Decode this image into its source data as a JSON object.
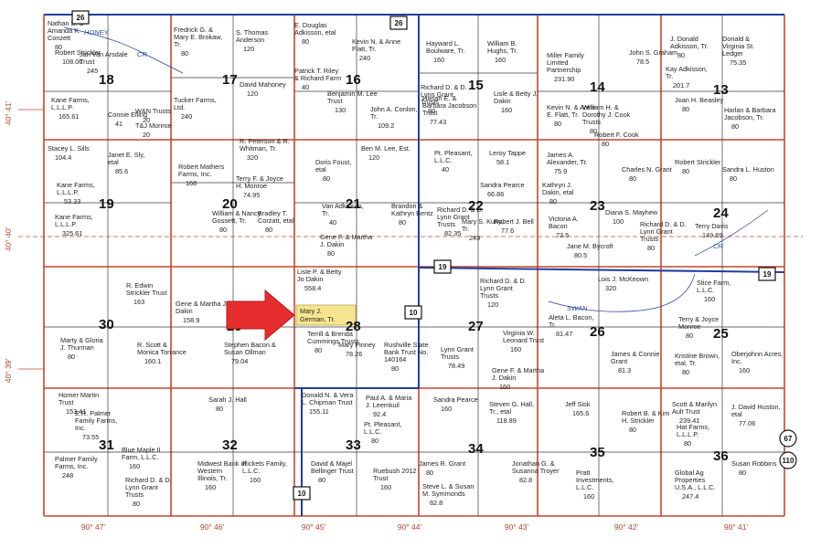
{
  "colors": {
    "section_line": "#c6452c",
    "road_line": "#1f3f9e",
    "red_arrow": "#e62d2d",
    "highlight": "#f6e58f",
    "grid_text": "#1e1e1e",
    "coord_text": "#b2442e"
  },
  "coords": {
    "lat": [
      "40° 41'",
      "40° 40'",
      "40° 39'"
    ],
    "lon": [
      "90° 47'",
      "90° 46'",
      "90° 45'",
      "90° 44'",
      "90° 43'",
      "90° 42'",
      "90° 41'"
    ]
  },
  "sections": [
    {
      "num": "18"
    },
    {
      "num": "17"
    },
    {
      "num": "16"
    },
    {
      "num": "15"
    },
    {
      "num": "14"
    },
    {
      "num": "13"
    },
    {
      "num": "19"
    },
    {
      "num": "20"
    },
    {
      "num": "21"
    },
    {
      "num": "22"
    },
    {
      "num": "23"
    },
    {
      "num": "24"
    },
    {
      "num": "30"
    },
    {
      "num": "29"
    },
    {
      "num": "28"
    },
    {
      "num": "27"
    },
    {
      "num": "26"
    },
    {
      "num": "25"
    },
    {
      "num": "31"
    },
    {
      "num": "32"
    },
    {
      "num": "33"
    },
    {
      "num": "34"
    },
    {
      "num": "35"
    },
    {
      "num": "36"
    }
  ],
  "route_shields": [
    "26",
    "26",
    "19",
    "19",
    "10",
    "10",
    "67",
    "110"
  ],
  "water_labels": [
    "HONEY",
    "CR",
    "SWAN",
    "CR"
  ],
  "highlight_parcel": {
    "owner": "Mary J. German, Tr."
  },
  "parcels": [
    {
      "owner": "Nathan S. & Amanda K. Conzett",
      "acres": "80"
    },
    {
      "owner": "Jan Van Arsdale Trust",
      "acres": "245"
    },
    {
      "owner": "Fredrick G. & Mary E. Brokaw, Tr.",
      "acres": "80"
    },
    {
      "owner": "S. Thomas Anderson",
      "acres": "120"
    },
    {
      "owner": "David Mahoney",
      "acres": "120"
    },
    {
      "owner": "Tucker Farms, Ltd.",
      "acres": "240"
    },
    {
      "owner": "Kane Farms, L.L.L.P.",
      "acres": "165.61"
    },
    {
      "owner": "Connie Elling",
      "acres": "41"
    },
    {
      "owner": "W&N Trusts",
      "acres": "20"
    },
    {
      "owner": "T&J Monroe",
      "acres": "20"
    },
    {
      "owner": "E. Douglas Adkisson, etal",
      "acres": "80"
    },
    {
      "owner": "Patrick T. Riley & Richard Farm",
      "acres": "40"
    },
    {
      "owner": "Benjamin M. Lee Trust",
      "acres": "130"
    },
    {
      "owner": "Kevin N. & Anne Flatt, Tr.",
      "acres": "240"
    },
    {
      "owner": "John A. Conlon, Tr.",
      "acres": "109.2"
    },
    {
      "owner": "Hayward L. Boulware, Tr.",
      "acres": "160"
    },
    {
      "owner": "William B. Hughs, Tr.",
      "acres": "160"
    },
    {
      "owner": "Richard D. & D. Lynn Grant Trusts",
      "acres": "80"
    },
    {
      "owner": "Harlan E. & Barbara Jacobson Trust",
      "acres": "77.43"
    },
    {
      "owner": "Lisle & Betty J. Dakin",
      "acres": "160"
    },
    {
      "owner": "Miller Family Limited Partnership",
      "acres": "231.90"
    },
    {
      "owner": "John S. Graham",
      "acres": "78.5"
    },
    {
      "owner": "Kevin N. & Anne E. Flatt, Tr.",
      "acres": "80"
    },
    {
      "owner": "William H. & Dorothy J. Cook Trusts",
      "acres": "80"
    },
    {
      "owner": "Robert F. Cook",
      "acres": "80"
    },
    {
      "owner": "J. Donald Adkisson, Tr.",
      "acres": "80"
    },
    {
      "owner": "Donald & Virginia St. Ledger",
      "acres": "75.35"
    },
    {
      "owner": "Kay Adkisson, Tr.",
      "acres": "201.7"
    },
    {
      "owner": "Joan H. Beasley",
      "acres": "80"
    },
    {
      "owner": "Harlan & Barbara Jacobson, Tr.",
      "acres": "80"
    },
    {
      "owner": "Stacey L. Sills",
      "acres": "104.4"
    },
    {
      "owner": "Janet E. Sly, etal",
      "acres": "85.6"
    },
    {
      "owner": "Kane Farms, L.L.L.P.",
      "acres": "53.33"
    },
    {
      "owner": "Kane Farms, L.L.L.P.",
      "acres": "325.61"
    },
    {
      "owner": "Robert Mathers Farms, Inc.",
      "acres": "168"
    },
    {
      "owner": "R. Peterson & R. Whitman, Tr.",
      "acres": "320"
    },
    {
      "owner": "Terry F. & Joyce H. Monroe",
      "acres": "74.95"
    },
    {
      "owner": "William & Nancy Gossett, Tr.",
      "acres": "80"
    },
    {
      "owner": "Bradley T. Corzatt, etal",
      "acres": "80"
    },
    {
      "owner": "Doris Foust, etal",
      "acres": "80"
    },
    {
      "owner": "Ben M. Lee, Est.",
      "acres": "120"
    },
    {
      "owner": "Van Adkisson, Tr.",
      "acres": "40"
    },
    {
      "owner": "Gene F. & Martha J. Dakin",
      "acres": "80"
    },
    {
      "owner": "Brandon & Kathryn Bentz",
      "acres": "80"
    },
    {
      "owner": "Pt. Pleasant, L.L.C.",
      "acres": "40"
    },
    {
      "owner": "Leroy Tappe",
      "acres": "58.1"
    },
    {
      "owner": "Sandra Pearce",
      "acres": "66.86"
    },
    {
      "owner": "Richard D. & D. Lynn Grant Trusts",
      "acres": "82.35"
    },
    {
      "owner": "Mary S. Kuny, Tr.",
      "acres": "249"
    },
    {
      "owner": "Robert J. Bell",
      "acres": "77.6"
    },
    {
      "owner": "James A. Alexander, Tr.",
      "acres": "75.9"
    },
    {
      "owner": "Kathryn J. Dakin, etal",
      "acres": "80"
    },
    {
      "owner": "Victoria A. Bacon",
      "acres": "73.5"
    },
    {
      "owner": "Jane M. Bycroft",
      "acres": "80.5"
    },
    {
      "owner": "Charles N. Grant",
      "acres": "80"
    },
    {
      "owner": "Diana S. Mayhew",
      "acres": "100"
    },
    {
      "owner": "Richard D. & D. Lynn Grant Trusts",
      "acres": "80"
    },
    {
      "owner": "Robert Strickler",
      "acres": "80"
    },
    {
      "owner": "Sandra L. Huston",
      "acres": "80"
    },
    {
      "owner": "Terry Davis",
      "acres": "149.69"
    },
    {
      "owner": "R. Edwin Strickler Trust",
      "acres": "163"
    },
    {
      "owner": "Gene & Martha J. Dakin",
      "acres": "158.9"
    },
    {
      "owner": "Marty & Gloria J. Thurman",
      "acres": "80"
    },
    {
      "owner": "R. Scott & Monica Torrance",
      "acres": "160.1"
    },
    {
      "owner": "Stephen Bacon & Susan Ollman",
      "acres": "79.04"
    },
    {
      "owner": "Lisle P. & Betty Jo Dakin",
      "acres": "558.4"
    },
    {
      "owner": "Terrill & Brenda Cummings Trusts",
      "acres": "80"
    },
    {
      "owner": "Mary Pinney",
      "acres": "78.26"
    },
    {
      "owner": "Rushville State Bank Trust No. 140164",
      "acres": "80"
    },
    {
      "owner": "Richard D. & D. Lynn Grant Trusts",
      "acres": "120"
    },
    {
      "owner": "Virginia W. Leonard Trust",
      "acres": "160"
    },
    {
      "owner": "Lynn Grant Trusts",
      "acres": "78.49"
    },
    {
      "owner": "Gene F. & Martha J. Dakin",
      "acres": "160"
    },
    {
      "owner": "Aleta L. Bacon, Tr.",
      "acres": "81.47"
    },
    {
      "owner": "Lois J. McKeown",
      "acres": "320"
    },
    {
      "owner": "James & Connie Grant",
      "acres": "81.3"
    },
    {
      "owner": "Stice Farm, L.L.C.",
      "acres": "160"
    },
    {
      "owner": "Terry & Joyce Monroe",
      "acres": "80"
    },
    {
      "owner": "Kristine Brown, etal, Tr.",
      "acres": "80"
    },
    {
      "owner": "Oberjohnn Acres, Inc.",
      "acres": "160"
    },
    {
      "owner": "Homer Martin Trust",
      "acres": "153.41"
    },
    {
      "owner": "E.R. Palmer Family Farms, Inc.",
      "acres": "73.55"
    },
    {
      "owner": "Palmer Family Farms, Inc.",
      "acres": "248"
    },
    {
      "owner": "Blue Maple II Farm, L.L.C.",
      "acres": "160"
    },
    {
      "owner": "Richard D. & D. Lynn Grant Trusts",
      "acres": "80"
    },
    {
      "owner": "Sarah J. Hall",
      "acres": "80"
    },
    {
      "owner": "Midwest Bank of Western Illinois, Tr.",
      "acres": "160"
    },
    {
      "owner": "Rickets Family, L.L.C.",
      "acres": "160"
    },
    {
      "owner": "Donald N. & Vera L. Chipman Trust",
      "acres": "155.11"
    },
    {
      "owner": "Paul A. & Maria J. Leemkuil",
      "acres": "92.4"
    },
    {
      "owner": "Pt. Pleasant, L.L.C.",
      "acres": "80"
    },
    {
      "owner": "David & Majel Bellinger Trust",
      "acres": "80"
    },
    {
      "owner": "Ruebush 2012 Trust",
      "acres": "160"
    },
    {
      "owner": "Sandra Pearce",
      "acres": "160"
    },
    {
      "owner": "Steven G. Hall, Tr., etal",
      "acres": "118.89"
    },
    {
      "owner": "James R. Grant",
      "acres": "80"
    },
    {
      "owner": "Steve L. & Susan M. Symmonds",
      "acres": "82.8"
    },
    {
      "owner": "Jonathan G. & Susanna Troyer",
      "acres": "82.8"
    },
    {
      "owner": "Jeff Sisk",
      "acres": "165.6"
    },
    {
      "owner": "Robert B. & Kim H. Strickler",
      "acres": "80"
    },
    {
      "owner": "Pratt Investments, L.L.C.",
      "acres": "160"
    },
    {
      "owner": "Scott & Marilyn Ault Trust",
      "acres": "239.41"
    },
    {
      "owner": "Hat Farms, L.L.L.P.",
      "acres": "80"
    },
    {
      "owner": "J. David Huston, etal",
      "acres": "77.06"
    },
    {
      "owner": "Global Ag Properties U.S.A., L.L.C.",
      "acres": "247.4"
    },
    {
      "owner": "Susan Robbins",
      "acres": "80"
    },
    {
      "owner": "Robert Strickler",
      "acres": "108.06"
    }
  ]
}
